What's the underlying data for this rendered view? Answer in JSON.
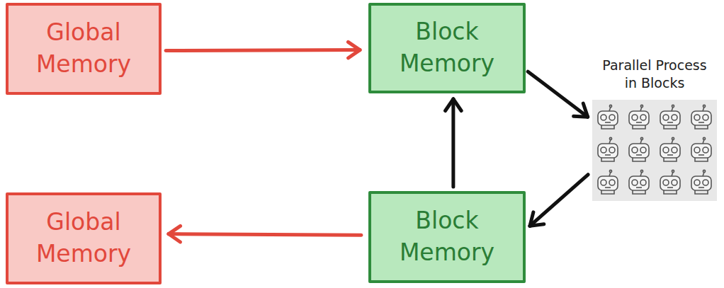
{
  "diagram": {
    "nodes": [
      {
        "text": [
          "Global Memory"
        ]
      },
      {
        "text": [
          "Block Memory"
        ]
      },
      {
        "text": [
          "Parallel Process in Blocks"
        ]
      },
      {
        "text": [
          "Block Memory"
        ]
      },
      {
        "text": [
          "Global Memory"
        ]
      }
    ],
    "edges": [
      {
        "from": 0,
        "to": 1,
        "arrow": "to"
      },
      {
        "from": 1,
        "to": 2,
        "arrow": "to"
      },
      {
        "from": 2,
        "to": 3,
        "arrow": "to"
      },
      {
        "from": 3,
        "to": 1,
        "arrow": "to"
      },
      {
        "from": 3,
        "to": 4,
        "arrow": "to"
      }
    ]
  }
}
